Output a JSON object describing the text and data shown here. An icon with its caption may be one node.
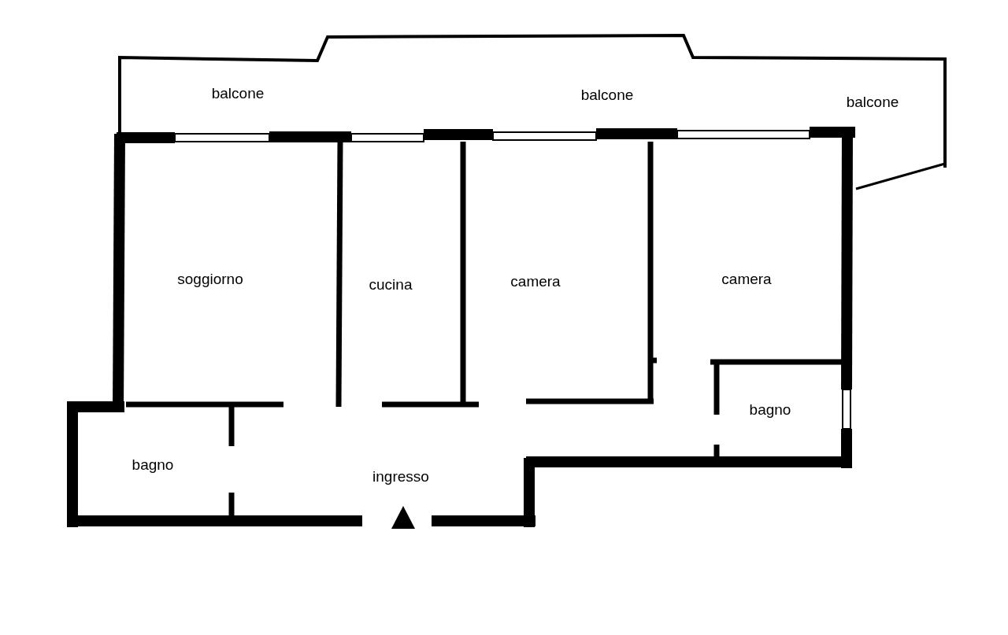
{
  "diagram": {
    "labels": [
      "balcone",
      "balcone",
      "balcone",
      "soggiorno",
      "cucina",
      "camera",
      "camera",
      "bagno",
      "bagno",
      "ingresso"
    ]
  }
}
